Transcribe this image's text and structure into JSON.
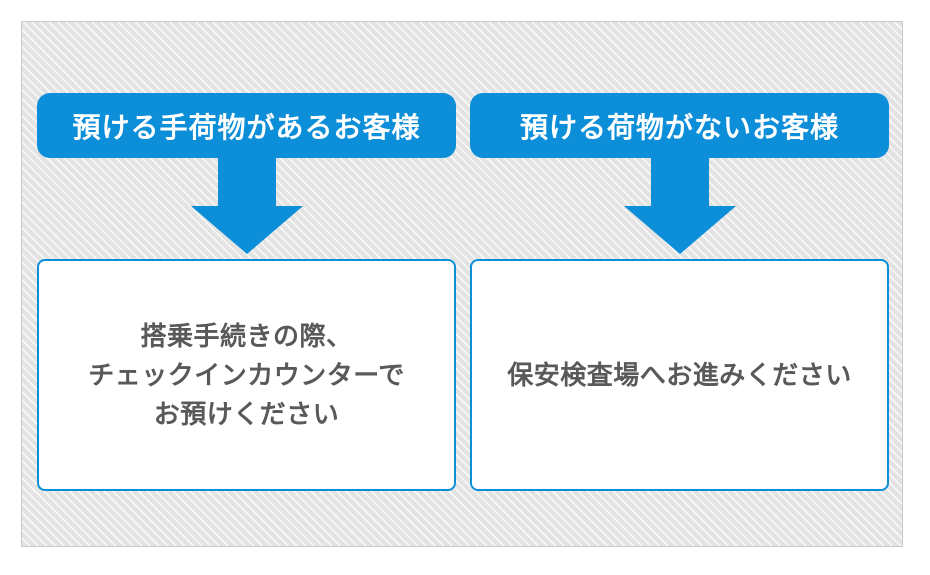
{
  "colors": {
    "accent_blue": "#0d8ed8",
    "banner_text": "#ffffff",
    "body_text": "#595959",
    "box_background": "#ffffff",
    "stripe_base": "#e3e3e3",
    "stripe_line": "#fafafa",
    "frame_border": "#c9c9c9"
  },
  "columns": [
    {
      "header": "預ける手荷物があるお客様",
      "body_lines": [
        "搭乗手続きの際、",
        "チェックインカウンターで",
        "お預けください"
      ]
    },
    {
      "header": "預ける荷物がないお客様",
      "body_lines": [
        "保安検査場へお進みください"
      ]
    }
  ]
}
